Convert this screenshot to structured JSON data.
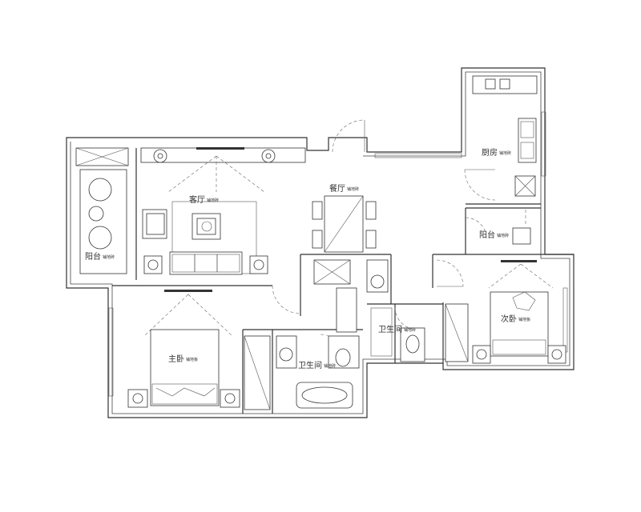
{
  "rooms": {
    "living": {
      "name": "客厅",
      "floor": "铺地砖"
    },
    "dining": {
      "name": "餐厅",
      "floor": "铺地砖"
    },
    "kitchen": {
      "name": "厨房",
      "floor": "铺地砖"
    },
    "balcony_west": {
      "name": "阳台",
      "floor": "铺地砖"
    },
    "balcony_north": {
      "name": "阳台",
      "floor": "铺地砖"
    },
    "master_bedroom": {
      "name": "主卧",
      "floor": "铺地板"
    },
    "second_bedroom": {
      "name": "次卧",
      "floor": "铺地板"
    },
    "bathroom_main": {
      "name": "卫生间",
      "floor": "铺地砖"
    },
    "bathroom_small": {
      "name": "卫生间",
      "floor": "铺地砖"
    }
  }
}
